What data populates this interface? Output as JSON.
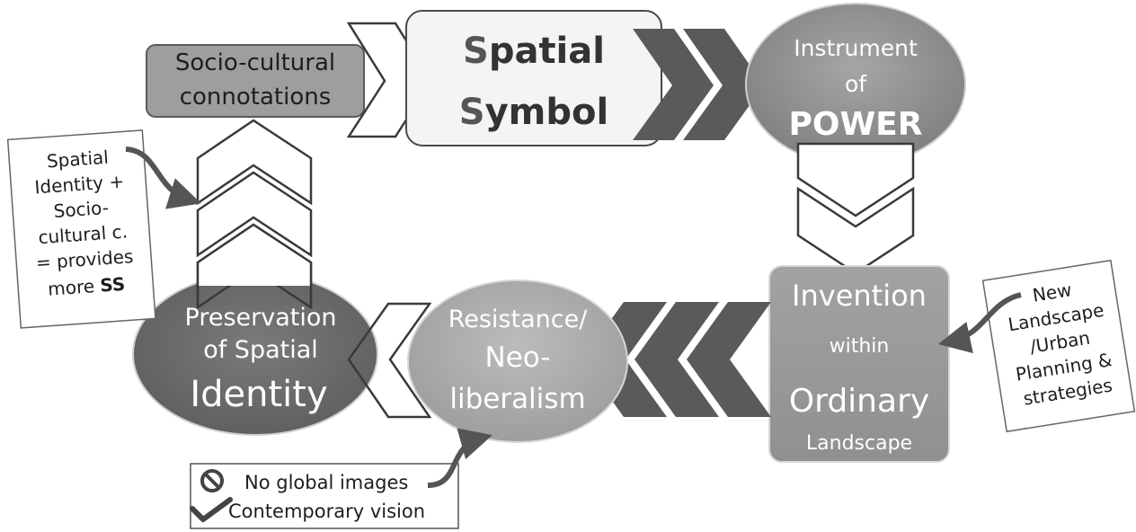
{
  "nodes": {
    "socio_cultural": {
      "line1": "Socio-cultural",
      "line2": "connotations"
    },
    "spatial_symbol": {
      "line1_initial": "S",
      "line1_rest": "patial",
      "line2_initial": "S",
      "line2_rest": "ymbol"
    },
    "instrument": {
      "line1": "Instrument",
      "line2": "of",
      "line3": "POWER"
    },
    "invention": {
      "line1": "Invention",
      "line2": "within",
      "line3": "Ordinary",
      "line4": "Landscape"
    },
    "resistance": {
      "line1": "Resistance/",
      "line2": "Neo-",
      "line3": "liberalism"
    },
    "preservation": {
      "line1": "Preservation",
      "line2": "of Spatial",
      "line3": "Identity"
    }
  },
  "notes": {
    "left": {
      "lines": [
        "Spatial",
        "Identity +",
        "Socio-",
        "cultural c.",
        "= provides",
        "more"
      ],
      "emphasis": "SS"
    },
    "right": {
      "lines": [
        "New",
        "Landscape",
        "/Urban",
        "Planning &",
        "strategies"
      ]
    },
    "bottom": {
      "item1": "No global images",
      "item2": "Contemporary vision"
    }
  },
  "colors": {
    "dark_arrow": "#5a5a5a",
    "oval_instrument": "#8e8e8e",
    "box_invention": "#9a9a9a",
    "oval_resistance": "#acacac",
    "oval_preservation": "#6c6c6c",
    "box_socio": "#9e9e9e"
  },
  "icons": [
    "no-sign-icon",
    "checkmark-icon",
    "curved-arrow-icon"
  ]
}
